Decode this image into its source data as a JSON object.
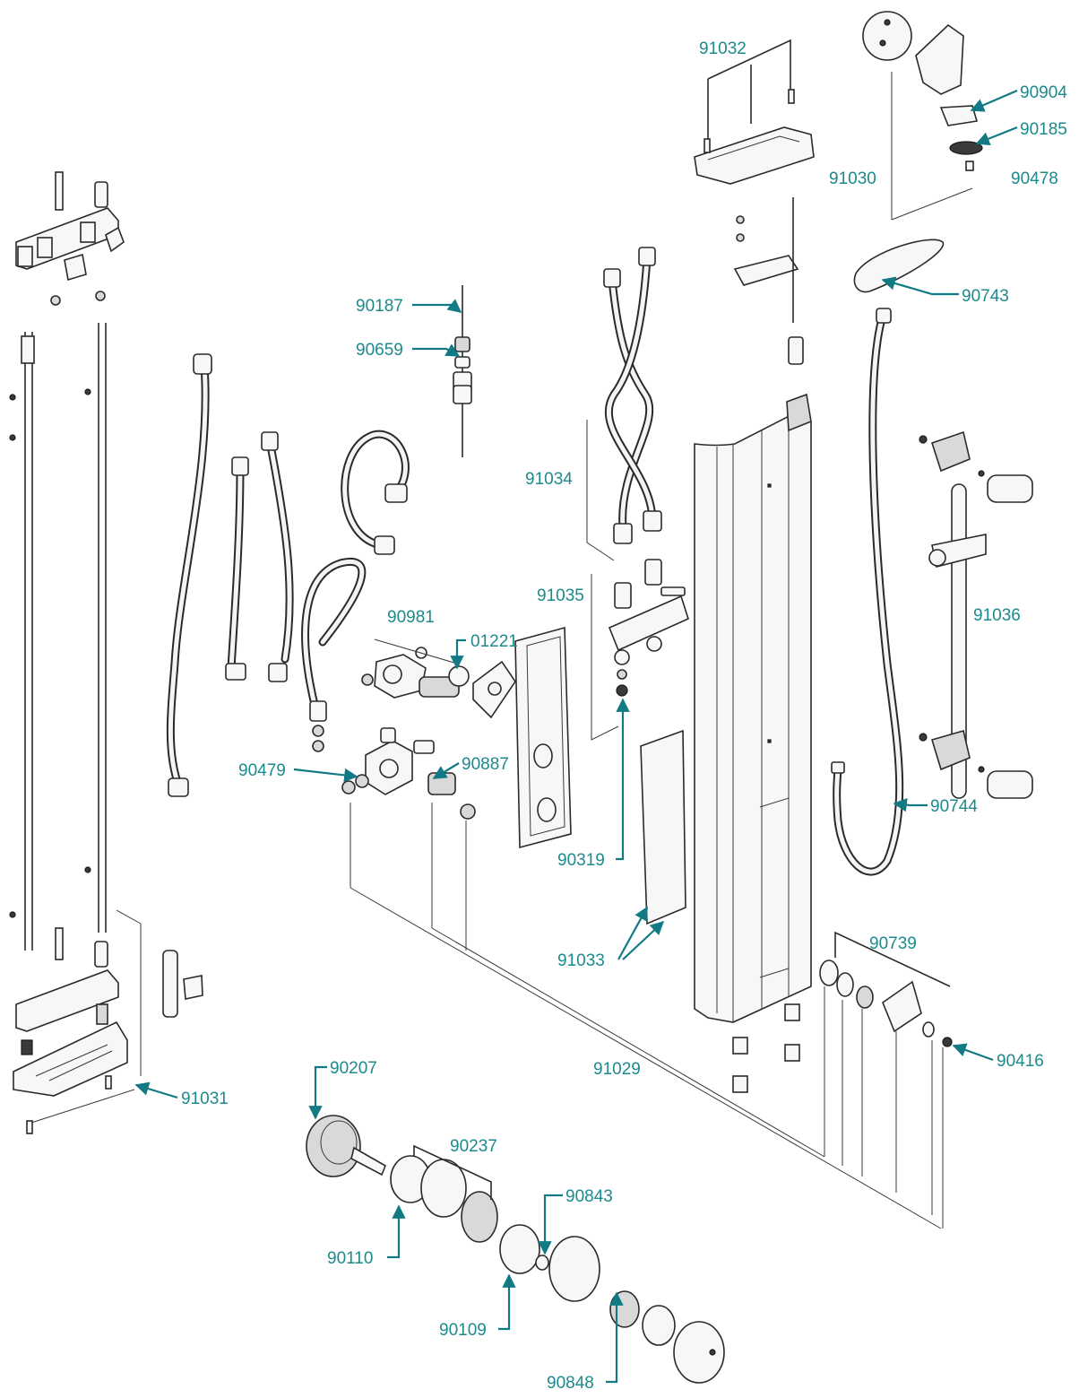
{
  "colors": {
    "label": "#1c8a8c",
    "leader": "#117a85",
    "line": "#2a2a2a"
  },
  "parts": {
    "p91032": "91032",
    "p90904": "90904",
    "p90185": "90185",
    "p91030": "91030",
    "p90478": "90478",
    "p90187": "90187",
    "p90743": "90743",
    "p90659": "90659",
    "p91034": "91034",
    "p91035": "91035",
    "p91036": "91036",
    "p90981": "90981",
    "p01221": "01221",
    "p90479": "90479",
    "p90887": "90887",
    "p90744": "90744",
    "p90319": "90319",
    "p90739": "90739",
    "p91033": "91033",
    "p90416": "90416",
    "p91029": "91029",
    "p90207": "90207",
    "p91031": "91031",
    "p90237": "90237",
    "p90843": "90843",
    "p90110": "90110",
    "p90109": "90109",
    "p90848": "90848"
  }
}
